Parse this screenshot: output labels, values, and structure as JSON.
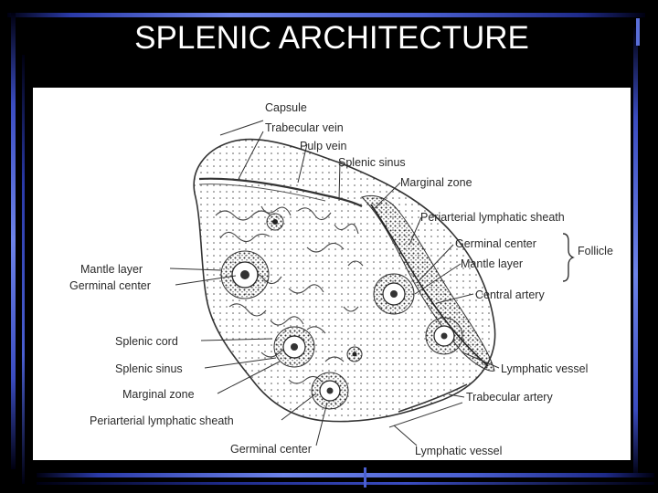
{
  "title": "SPLENIC ARCHITECTURE",
  "labels": {
    "capsule": "Capsule",
    "trabecular_vein": "Trabecular vein",
    "pulp_vein": "Pulp vein",
    "splenic_sinus_top": "Splenic sinus",
    "marginal_zone_top": "Marginal zone",
    "pals_right": "Periarterial lymphatic sheath",
    "germinal_center_right": "Germinal center",
    "follicle": "Follicle",
    "mantle_layer_right": "Mantle layer",
    "central_artery": "Central artery",
    "mantle_layer_left": "Mantle layer",
    "germinal_center_left": "Germinal center",
    "splenic_cord": "Splenic cord",
    "splenic_sinus_left": "Splenic sinus",
    "marginal_zone_left": "Marginal zone",
    "pals_left": "Periarterial lymphatic sheath",
    "lymphatic_vessel_right": "Lymphatic vessel",
    "trabecular_artery": "Trabecular artery",
    "germinal_center_bottom": "Germinal center",
    "lymphatic_vessel_bottom": "Lymphatic vessel"
  },
  "colors": {
    "background": "#000000",
    "title_text": "#ffffff",
    "frame_accent": "#5a6fd8",
    "panel": "#ffffff",
    "ink": "#2a2a2a"
  }
}
